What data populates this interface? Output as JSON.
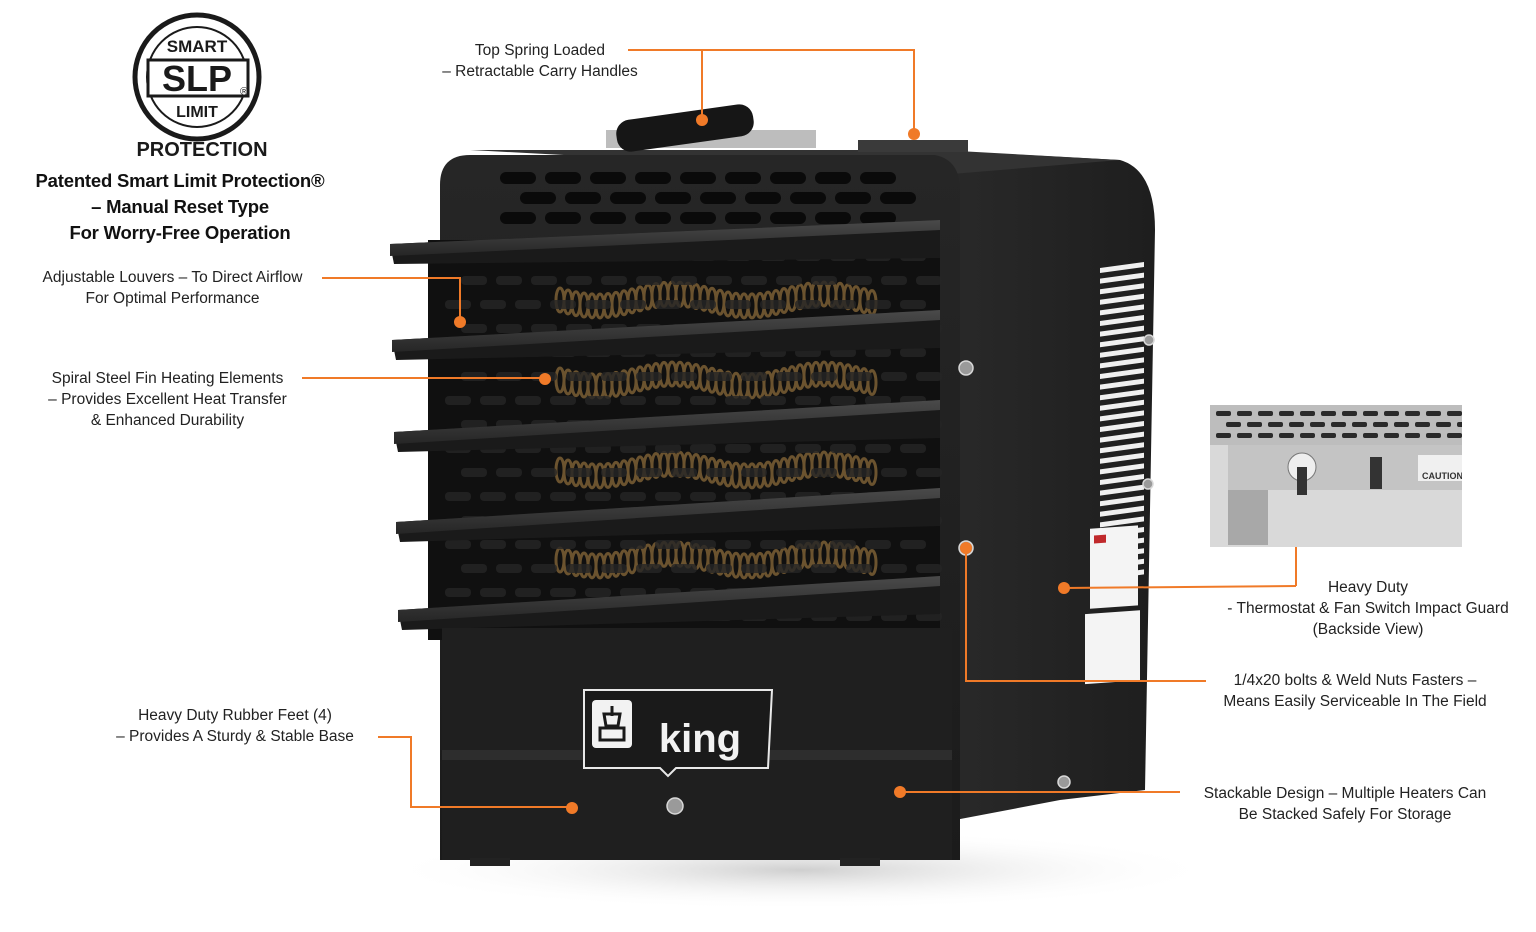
{
  "logo": {
    "ring_top": "SMART",
    "monogram": "SLP",
    "registered": "®",
    "ring_bottom": "LIMIT",
    "under": "PROTECTION"
  },
  "headline": {
    "line1": "Patented Smart Limit Protection®",
    "line2": "– Manual Reset Type",
    "line3": "For Worry-Free Operation"
  },
  "callouts": {
    "handles": {
      "line1": "Top Spring Loaded",
      "line2": "– Retractable Carry Handles"
    },
    "louvers": {
      "line1": "Adjustable Louvers – To Direct Airflow",
      "line2": "For Optimal Performance"
    },
    "elements": {
      "line1": "Spiral Steel Fin Heating Elements",
      "line2": "– Provides Excellent Heat Transfer",
      "line3": "& Enhanced Durability"
    },
    "feet": {
      "line1": "Heavy Duty Rubber Feet (4)",
      "line2": "– Provides A Sturdy & Stable Base"
    },
    "guard": {
      "line1": "Heavy Duty",
      "line2": "- Thermostat & Fan Switch Impact Guard",
      "line3": "(Backside View)"
    },
    "bolts": {
      "line1": "1/4x20 bolts & Weld Nuts Fasters –",
      "line2": "Means Easily Serviceable In The Field"
    },
    "stack": {
      "line1": "Stackable Design – Multiple Heaters Can",
      "line2": "Be Stacked Safely For Storage"
    }
  },
  "product": {
    "brand": "king",
    "inset_label": "CAUTION"
  },
  "colors": {
    "accent": "#f07a28",
    "body": "#2b2b2b",
    "body_dark": "#1c1c1c"
  }
}
